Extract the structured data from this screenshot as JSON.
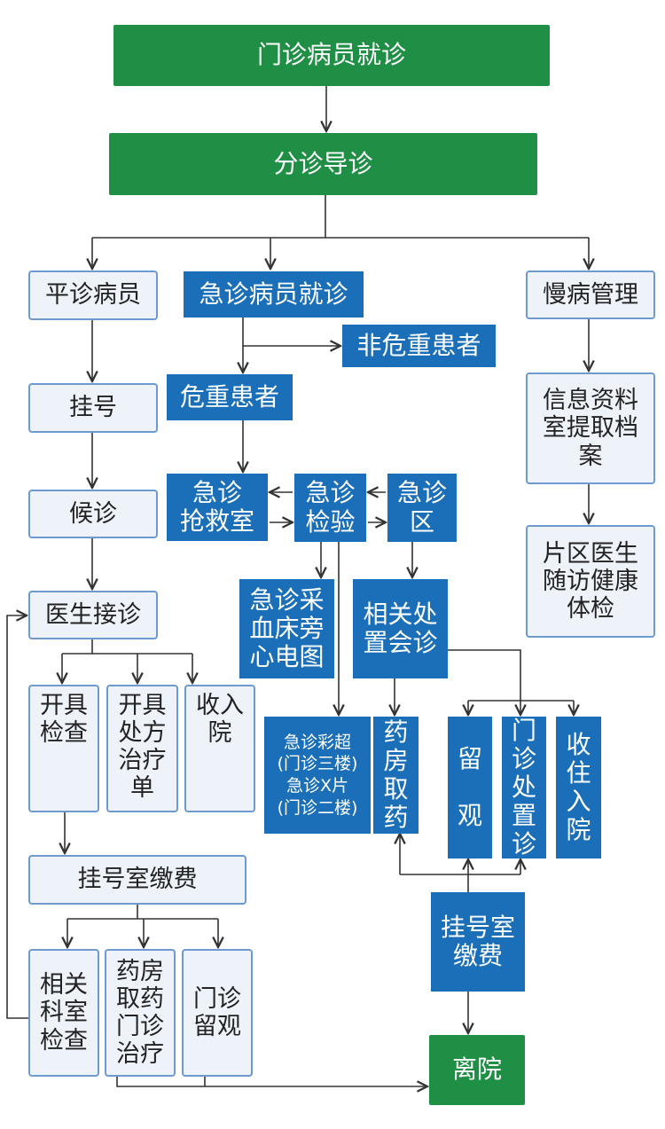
{
  "nodes": {
    "outpatient_visit": "门诊病员就诊",
    "triage": "分诊导诊",
    "ordinary_patient": "平诊病员",
    "emergency_visit": "急诊病员就诊",
    "chronic_mgmt": "慢病管理",
    "non_critical": "非危重患者",
    "critical": "危重患者",
    "register": "挂号",
    "waiting": "候诊",
    "doctor_consult": "医生接诊",
    "info_room": "信息资料\n室提取档\n案",
    "er_rescue": "急诊\n抢救室",
    "er_test": "急诊\n检验",
    "er_area": "急诊\n区",
    "district_doctor": "片区医生\n随访健康\n体检",
    "er_blood_ecg": "急诊采\n血床旁\n心电图",
    "related_consult": "相关处\n置会诊",
    "open_exam": "开具\n检查",
    "open_rx": "开具\n处方\n治疗\n单",
    "admit": "收入\n院",
    "er_imaging": "急诊彩超\n(门诊三楼)\n急诊X片\n(门诊二楼)",
    "pharmacy_er": "药\n房\n取\n药",
    "observation": "留\n\n观",
    "er_treatment": "门\n诊\n处\n置\n诊",
    "hospitalize": "收\n住\n入\n院",
    "register_pay": "挂号室缴费",
    "register_pay_2": "挂号室\n缴费",
    "dept_exam": "相关\n科室\n检查",
    "pharmacy_treat": "药房\n取药\n门诊\n治疗",
    "outpatient_obs": "门诊\n留观",
    "discharge": "离院"
  },
  "colors": {
    "green": "#1f8f45",
    "blue": "#1a6fb8",
    "light_fill": "#eef3fa",
    "light_border": "#6e9ad0",
    "line": "#333333"
  }
}
